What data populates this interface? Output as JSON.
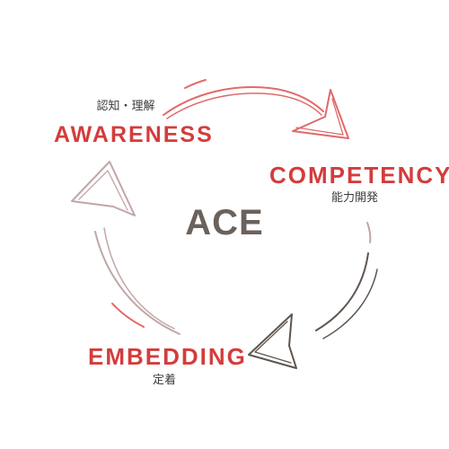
{
  "center_title": "ACE",
  "stages": [
    {
      "name": "AWARENESS",
      "subtitle": "認知・理解"
    },
    {
      "name": "COMPETENCY",
      "subtitle": "能力開発"
    },
    {
      "name": "EMBEDDING",
      "subtitle": "定着"
    }
  ],
  "colors": {
    "red": "#d43c3c",
    "red_light": "#e06a6a",
    "dark": "#5e554f",
    "pink_gray": "#c2a6a6",
    "center": "#6b625b",
    "jp_text": "#3a3a3a"
  }
}
